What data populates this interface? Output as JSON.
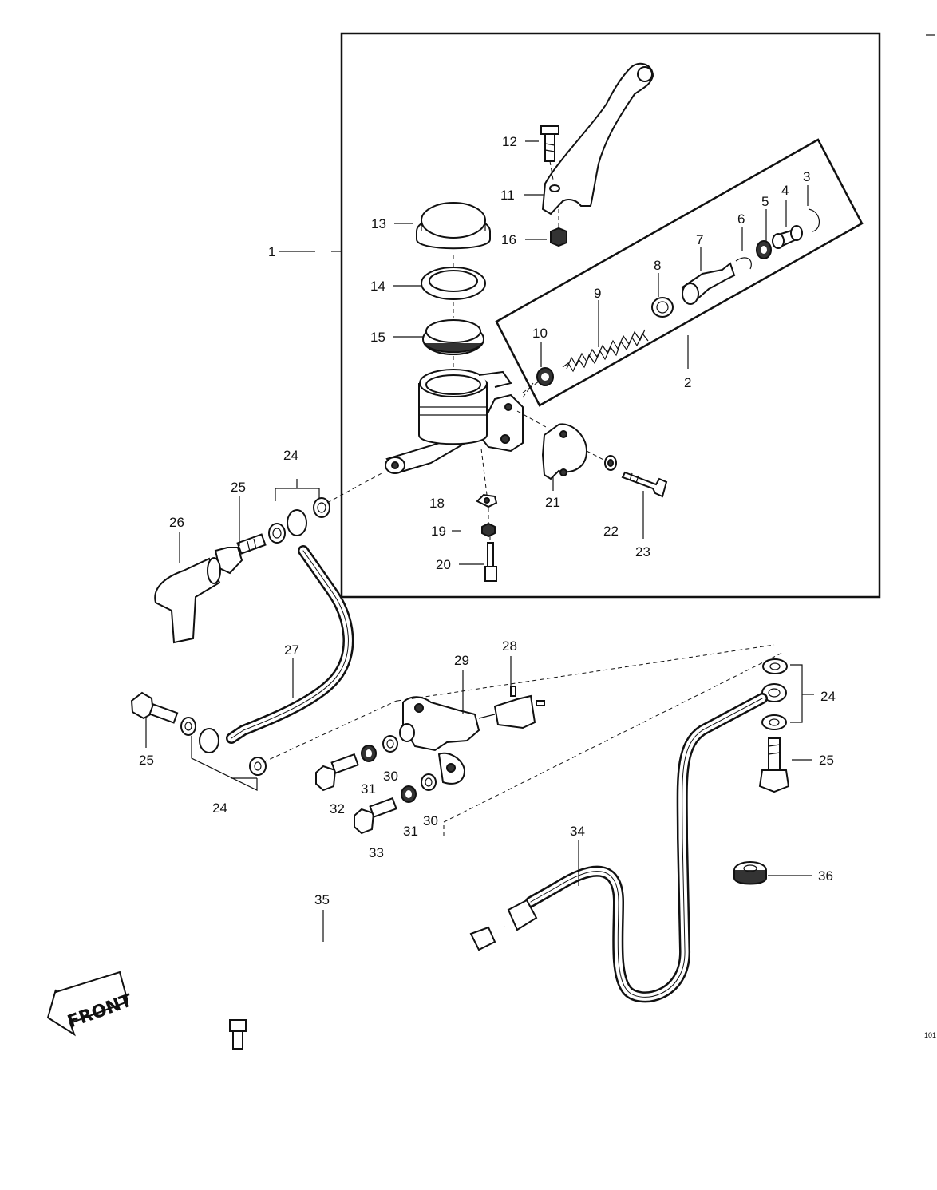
{
  "labels": {
    "p1": "1",
    "p2": "2",
    "p3": "3",
    "p4": "4",
    "p5": "5",
    "p6": "6",
    "p7": "7",
    "p8": "8",
    "p9": "9",
    "p10": "10",
    "p11": "11",
    "p12": "12",
    "p13": "13",
    "p14": "14",
    "p15": "15",
    "p16": "16",
    "p18": "18",
    "p19": "19",
    "p20": "20",
    "p21": "21",
    "p22": "22",
    "p23": "23",
    "p24a": "24",
    "p24b": "24",
    "p24c": "24",
    "p25a": "25",
    "p25b": "25",
    "p25c": "25",
    "p26": "26",
    "p27": "27",
    "p28": "28",
    "p29": "29",
    "p30a": "30",
    "p30b": "30",
    "p31a": "31",
    "p31b": "31",
    "p32": "32",
    "p33": "33",
    "p34": "34",
    "p35": "35",
    "p36": "36"
  },
  "front_arrow": "FRONT",
  "corner_code": "101"
}
